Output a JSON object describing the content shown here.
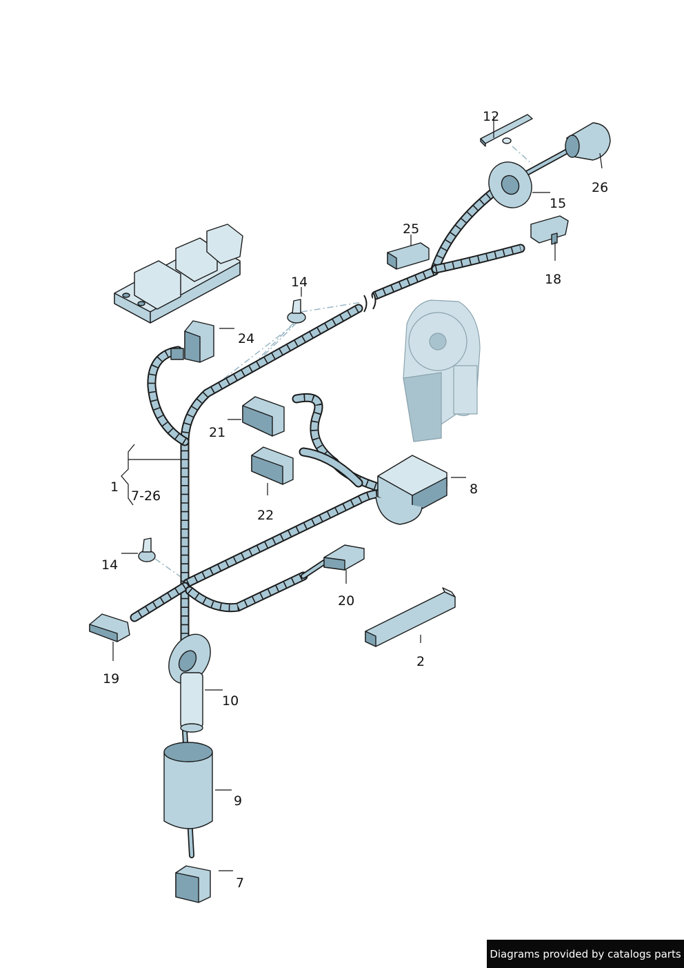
{
  "labels": {
    "l1": "1",
    "l2": "2",
    "l7": "7",
    "l7_26": "7-26",
    "l8": "8",
    "l9": "9",
    "l10": "10",
    "l12": "12",
    "l14a": "14",
    "l14b": "14",
    "l15": "15",
    "l18": "18",
    "l19": "19",
    "l20": "20",
    "l21": "21",
    "l22": "22",
    "l24": "24",
    "l25": "25",
    "l26": "26"
  },
  "footer": {
    "text": "Diagrams provided by catalogs parts"
  },
  "colors": {
    "harness": "#a9c8d6",
    "outline": "#1a1a1a",
    "footer_bg": "#0a0a0a"
  }
}
